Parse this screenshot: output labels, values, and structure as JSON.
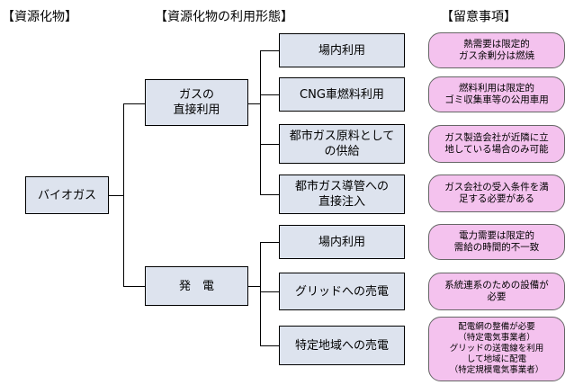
{
  "headers": {
    "resource": "【資源化物】",
    "usage": "【資源化物の利用形態】",
    "notes": "【留意事項】"
  },
  "root": "バイオガス",
  "branches": [
    {
      "label": "ガスの\n直接利用",
      "items": [
        {
          "label": "場内利用",
          "note": "熱需要は限定的\nガス余剰分は燃焼"
        },
        {
          "label": "CNG車燃料利用",
          "note": "燃料利用は限定的\nゴミ収集車等の公用車用"
        },
        {
          "label": "都市ガス原料としての供給",
          "note": "ガス製造会社が近隣に立\n地している場合のみ可能"
        },
        {
          "label": "都市ガス導管への\n直接注入",
          "note": "ガス会社の受入条件を満\n足する必要がある"
        }
      ]
    },
    {
      "label": "発　電",
      "items": [
        {
          "label": "場内利用",
          "note": "電力需要は限定的\n需給の時間的不一致"
        },
        {
          "label": "グリッドへの売電",
          "note": "系統連系のための設備が\n必要"
        },
        {
          "label": "特定地域への売電",
          "note": "配電網の整備が必要\n（特定電気事業者）\nグリッドの送電線を利用\nして地域に配電\n（特定規模電気事業者）"
        }
      ]
    }
  ]
}
